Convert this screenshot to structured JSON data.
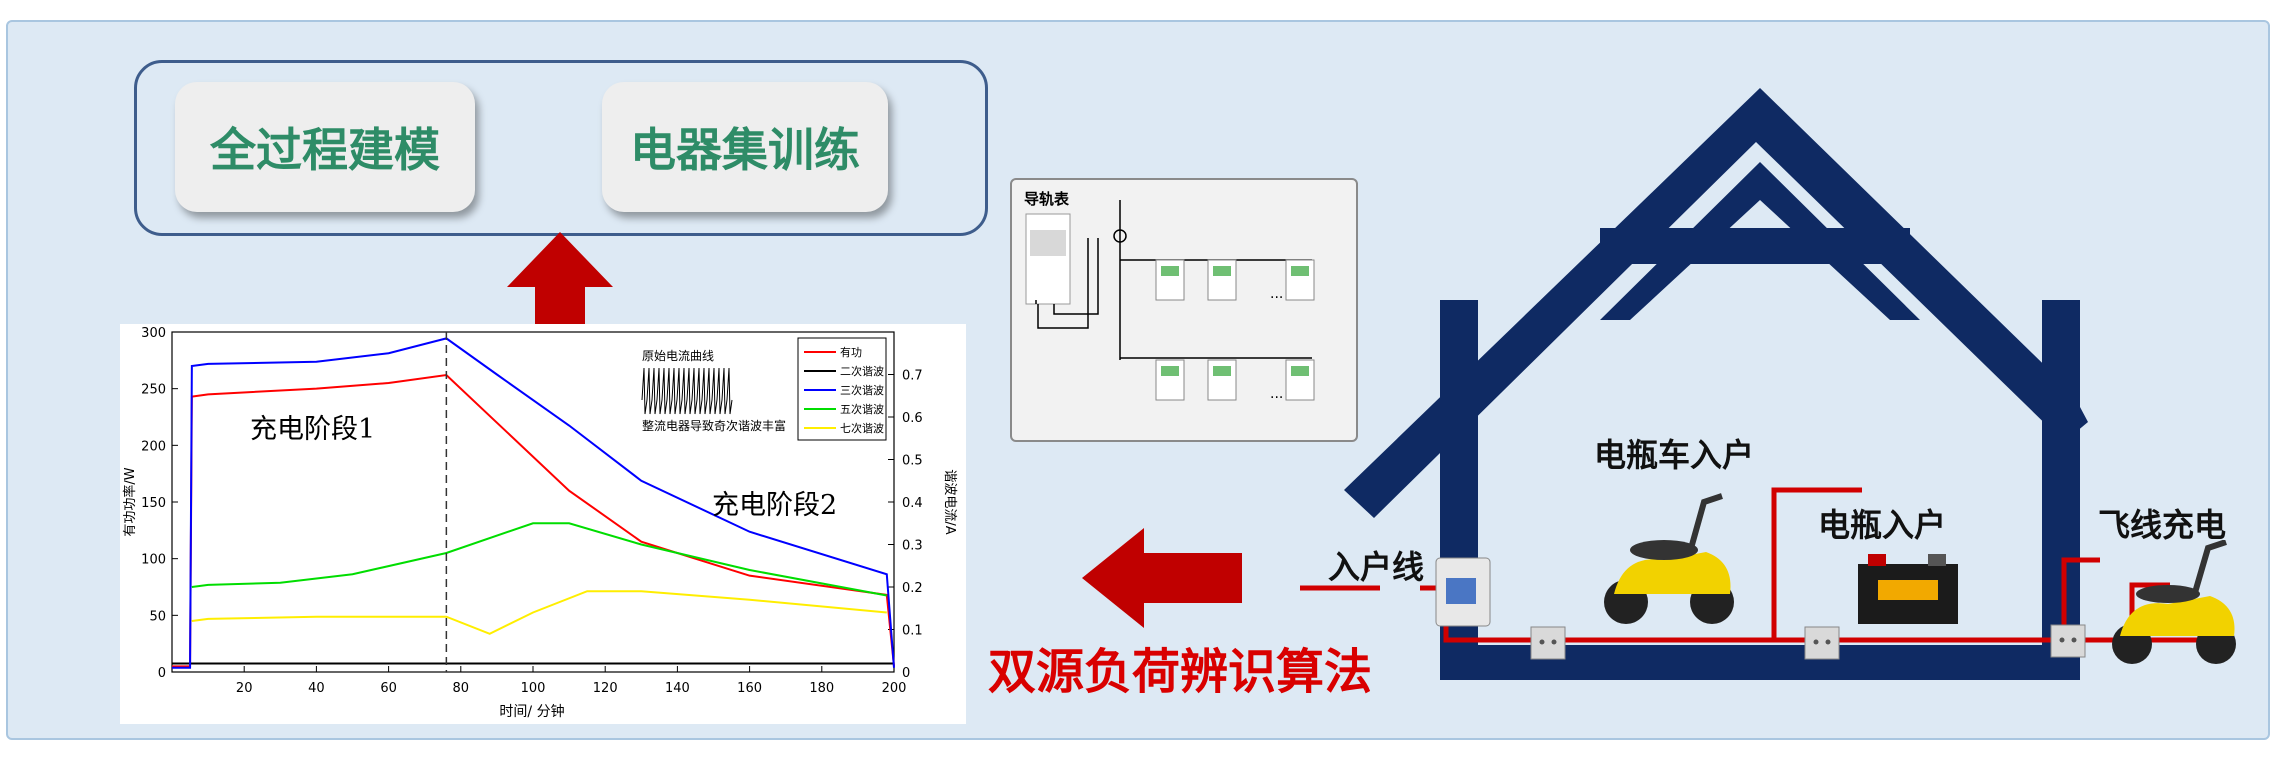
{
  "top_box": {
    "item1": "全过程建模",
    "item2": "电器集训练"
  },
  "algorithm_label": "双源负荷辨识算法",
  "house": {
    "meter_title": "导轨表",
    "meter_dots": "...",
    "inline_label": "入户线",
    "ebike_label": "电瓶车入户",
    "battery_label": "电瓶入户",
    "flyline_label": "飞线充电"
  },
  "colors": {
    "brand_green": "#2e8c67",
    "arrow_red": "#c00000",
    "house_navy": "#0f2a63",
    "wire_red": "#d10000"
  },
  "chart_data": {
    "type": "line",
    "xlabel": "时间/ 分钟",
    "ylabel_left": "有功功率/W",
    "ylabel_right": "谐波电流/A",
    "xlim": [
      0,
      200
    ],
    "ylim_left": [
      0,
      300
    ],
    "ylim_right": [
      0,
      0.8
    ],
    "x_ticks": [
      "20",
      "40",
      "60",
      "80",
      "100",
      "120",
      "140",
      "160",
      "180",
      "200"
    ],
    "y_ticks_left": [
      "0",
      "50",
      "100",
      "150",
      "200",
      "250",
      "300"
    ],
    "y_ticks_right": [
      "0",
      "0.1",
      "0.2",
      "0.3",
      "0.4",
      "0.5",
      "0.6",
      "0.7"
    ],
    "annotations": {
      "stage1": "充电阶段1",
      "stage2": "充电阶段2",
      "inset_title": "原始电流曲线",
      "inset_caption": "整流电器导致奇次谐波丰富"
    },
    "vline_x": 76,
    "grid": false,
    "legend_position": "top-right",
    "series": [
      {
        "name": "有功",
        "color": "#ff0000",
        "axis": "left",
        "x": [
          0,
          5,
          5.5,
          10,
          40,
          60,
          76,
          90,
          110,
          130,
          160,
          198,
          200
        ],
        "y": [
          5,
          5,
          243,
          245,
          250,
          255,
          262,
          220,
          160,
          115,
          85,
          68,
          5
        ]
      },
      {
        "name": "二次谐波",
        "color": "#000000",
        "axis": "right",
        "x": [
          0,
          200
        ],
        "y": [
          0.02,
          0.02
        ]
      },
      {
        "name": "三次谐波",
        "color": "#0000ff",
        "axis": "right",
        "x": [
          0,
          5,
          5.5,
          10,
          40,
          60,
          76,
          90,
          110,
          130,
          160,
          198,
          200
        ],
        "y": [
          0.01,
          0.01,
          0.72,
          0.725,
          0.73,
          0.75,
          0.785,
          0.7,
          0.58,
          0.45,
          0.33,
          0.23,
          0.01
        ]
      },
      {
        "name": "五次谐波",
        "color": "#00dd00",
        "axis": "right",
        "x": [
          5.5,
          10,
          30,
          50,
          76,
          100,
          110,
          130,
          160,
          198
        ],
        "y": [
          0.2,
          0.205,
          0.21,
          0.23,
          0.28,
          0.35,
          0.35,
          0.3,
          0.24,
          0.18
        ]
      },
      {
        "name": "七次谐波",
        "color": "#ffee00",
        "axis": "right",
        "x": [
          5.5,
          10,
          40,
          76,
          88,
          100,
          115,
          130,
          160,
          198
        ],
        "y": [
          0.12,
          0.125,
          0.13,
          0.13,
          0.09,
          0.14,
          0.19,
          0.19,
          0.17,
          0.14
        ]
      }
    ]
  }
}
